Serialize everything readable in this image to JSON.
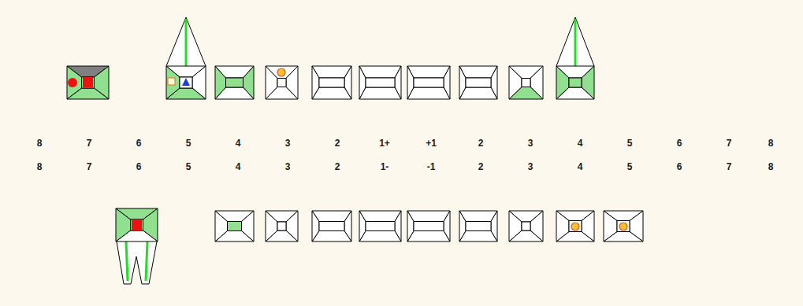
{
  "diagram": {
    "labels": [
      "8",
      "7",
      "6",
      "5",
      "4",
      "3",
      "2",
      "1+",
      "+1",
      "2",
      "3",
      "4",
      "5",
      "6",
      "7",
      "8",
      "8",
      "7",
      "6",
      "5",
      "4",
      "3",
      "2",
      "1-",
      "-1",
      "2",
      "3",
      "4",
      "5",
      "6",
      "7",
      "8"
    ]
  }
}
